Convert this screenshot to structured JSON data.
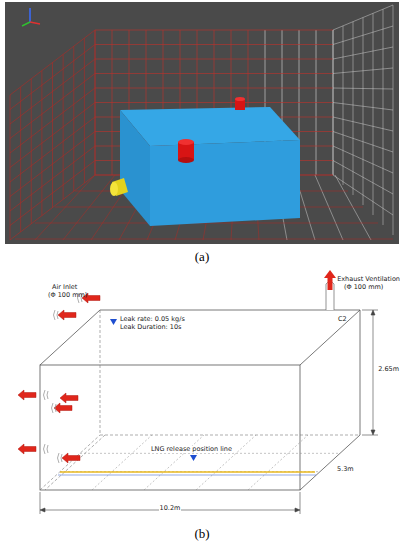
{
  "diagram": {
    "labels": [
      "(a)",
      "Air Inlet",
      "(Φ 100 mm)",
      "Leak rate: 0.05 kg/s",
      "Leak Duration: 10s",
      "Exhaust Ventilation",
      "(Φ 100 mm)",
      "C2",
      "LNG release position line",
      "2.65m",
      "5.3m",
      "10.2m",
      "(b)"
    ]
  }
}
